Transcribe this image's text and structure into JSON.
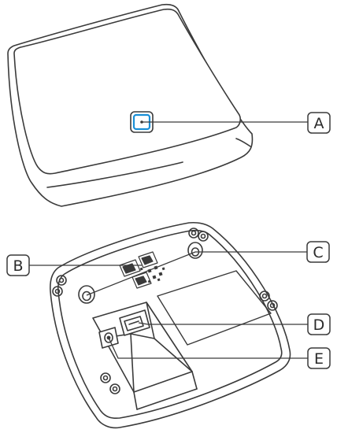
{
  "callouts": {
    "a": "A",
    "b": "B",
    "c": "C",
    "d": "D",
    "e": "E"
  },
  "colors": {
    "outline": "#3a3a3a",
    "device_fill": "#ffffff",
    "led_accent": "#1a8fd6",
    "leader_line": "#3a3a3a"
  },
  "views": [
    "top-view",
    "bottom-view"
  ]
}
